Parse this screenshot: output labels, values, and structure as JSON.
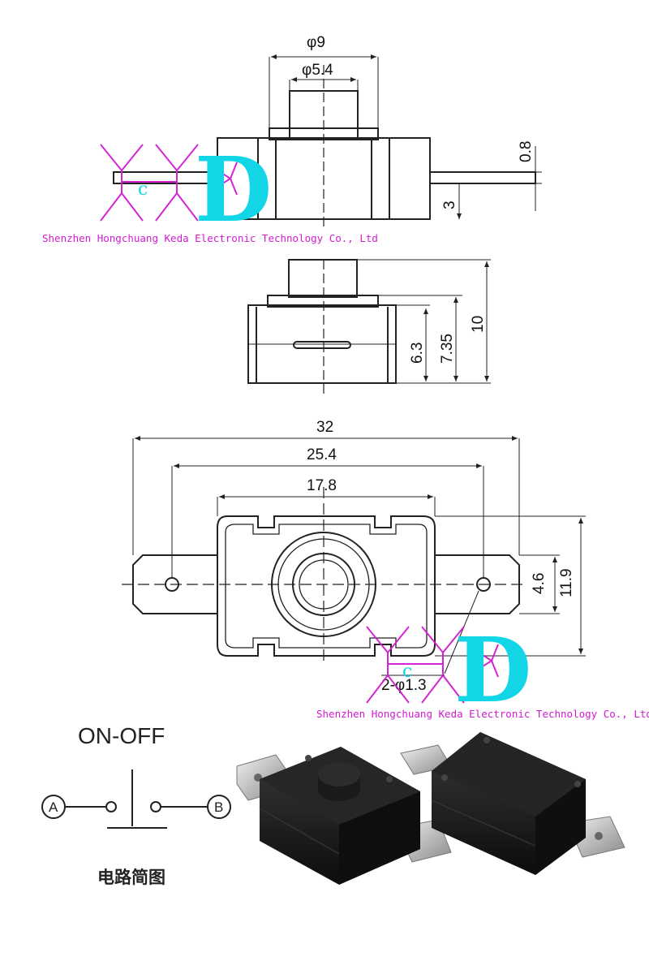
{
  "top_view": {
    "dim_outer": "φ9",
    "dim_inner": "φ5.4",
    "dim_thickness": "0.8",
    "dim_pin_height": "3"
  },
  "side_view": {
    "dim_a": "6.3",
    "dim_b": "7.35",
    "dim_c": "10"
  },
  "bottom_view": {
    "dim_total": "32",
    "dim_pitch": "25.4",
    "dim_body": "17.8",
    "dim_tab": "4.6",
    "dim_height": "11.9",
    "dim_hole": "2-φ1.3"
  },
  "watermark": {
    "company": "Shenzhen Hongchuang Keda Electronic Technology Co., Ltd",
    "logo_letters": [
      "H",
      "c",
      "K",
      "D"
    ]
  },
  "circuit": {
    "title": "ON-OFF",
    "terminal_a": "A",
    "terminal_b": "B",
    "caption": "电路简图"
  },
  "colors": {
    "line": "#222222",
    "watermark_magenta": "#d21ad2",
    "watermark_cyan": "#12d6e6",
    "product_body": "#141414",
    "terminal_metal": "#c9c9c9"
  }
}
